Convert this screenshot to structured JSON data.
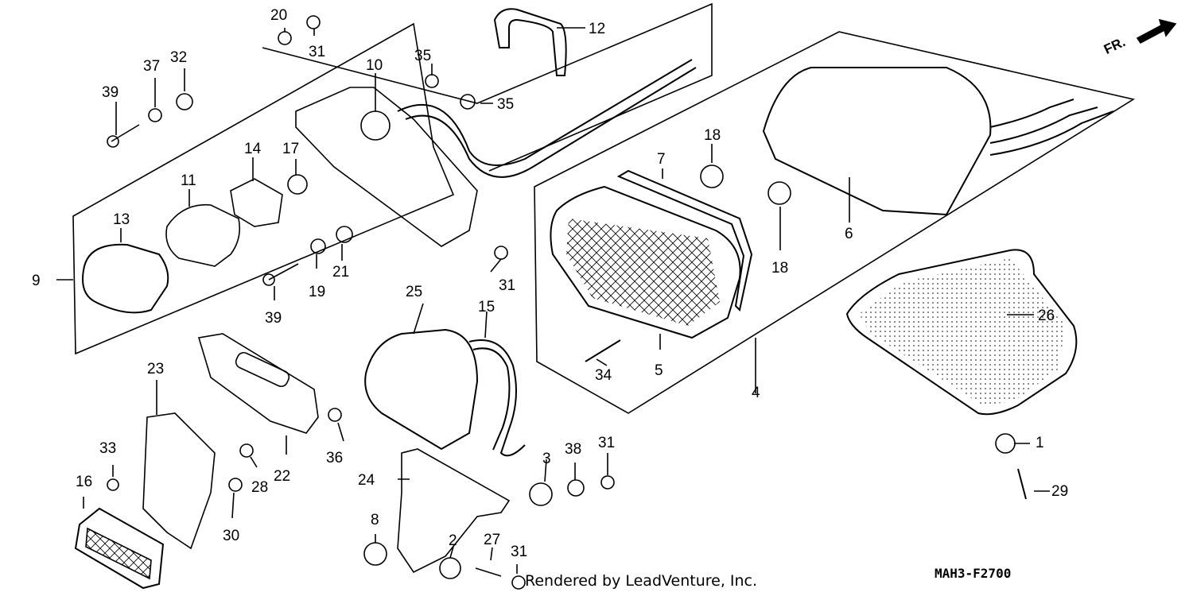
{
  "labels": {
    "p1": "1",
    "p2": "2",
    "p3": "3",
    "p4": "4",
    "p5": "5",
    "p6": "6",
    "p7": "7",
    "p8": "8",
    "p9": "9",
    "p10": "10",
    "p11": "11",
    "p12": "12",
    "p13": "13",
    "p14": "14",
    "p15": "15",
    "p16": "16",
    "p17": "17",
    "p18a": "18",
    "p18b": "18",
    "p19": "19",
    "p20": "20",
    "p21": "21",
    "p22": "22",
    "p23": "23",
    "p24": "24",
    "p25": "25",
    "p26": "26",
    "p27": "27",
    "p28": "28",
    "p29": "29",
    "p30": "30",
    "p31a": "31",
    "p31b": "31",
    "p31c": "31",
    "p31d": "31",
    "p32": "32",
    "p33": "33",
    "p34": "34",
    "p35a": "35",
    "p35b": "35",
    "p36": "36",
    "p37": "37",
    "p38": "38",
    "p39a": "39",
    "p39b": "39"
  },
  "front_marker": "FR.",
  "credit": "Rendered by LeadVenture, Inc.",
  "diagram_code": "MAH3-F2700"
}
